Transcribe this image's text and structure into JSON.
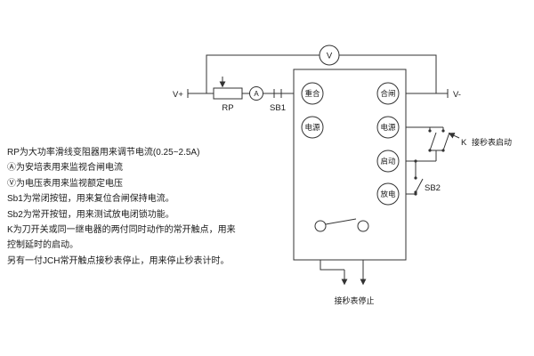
{
  "notes": {
    "lines": [
      "RP为大功率滑线变阻器用来调节电流(0.25~2.5A)",
      "Ⓐ为安培表用来监视合闸电流",
      "Ⓥ为电压表用来监视额定电压",
      "Sb1为常闭按钮，用来复位合闸保持电流。",
      "Sb2为常开按钮，用来测试放电闭锁功能。",
      "K为刀开关或同一继电器的两付同时动作的常开触点，用来",
      "控制延时的启动。",
      "另有一付JCH常开触点接秒表停止，用来停止秒表计时。"
    ]
  },
  "diagram": {
    "terminals": {
      "vplus": "V+",
      "vminus": "V-"
    },
    "meters": {
      "voltmeter": "V",
      "ammeter": "A"
    },
    "components": {
      "rp": "RP",
      "sb1": "SB1",
      "sb2": "SB2",
      "k": "K"
    },
    "ports": {
      "reclose": "重合",
      "close": "合闸",
      "power_a": "电源",
      "power_b": "电源",
      "start": "启动",
      "discharge": "放电"
    },
    "annotations": {
      "stopwatch_start": "接秒表启动",
      "stopwatch_stop": "接秒表停止"
    }
  },
  "colors": {
    "line": "#333333",
    "text": "#1a1a1a",
    "background": "#ffffff"
  }
}
